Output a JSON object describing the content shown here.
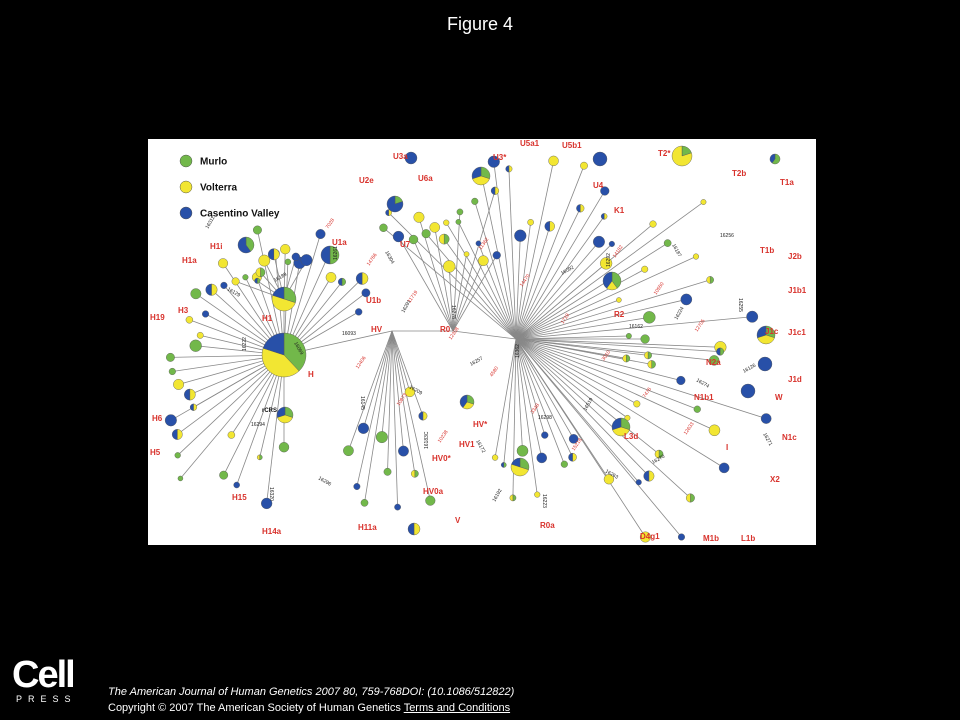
{
  "page": {
    "title": "Figure 4"
  },
  "figure": {
    "colors": {
      "murlo": "#72b84a",
      "volterra": "#f2e632",
      "casentino": "#2850a8",
      "haplogroup_label": "#d8322c",
      "background": "#ffffff"
    },
    "legend": [
      {
        "label": "Murlo",
        "color": "#72b84a"
      },
      {
        "label": "Volterra",
        "color": "#f2e632"
      },
      {
        "label": "Casentino Valley",
        "color": "#2850a8"
      }
    ],
    "root_label": "rCRS",
    "haplogroups": [
      "H1i",
      "H1a",
      "H19",
      "H3",
      "H1",
      "H",
      "H6",
      "H5",
      "H15",
      "H14a",
      "H11a",
      "V",
      "HV0a",
      "HV0*",
      "HV1",
      "HV*",
      "HV",
      "R0",
      "U1a",
      "U1b",
      "U7",
      "U2e",
      "U3a",
      "U6a",
      "U3*",
      "U5a1",
      "U5b1",
      "U4",
      "K1",
      "T2*",
      "T2b",
      "T1a",
      "T1b",
      "J2b",
      "J1b1",
      "J1c1",
      "J1c",
      "J1d",
      "R2",
      "N2a",
      "N1b1",
      "W",
      "N1c",
      "I",
      "X2",
      "L3d",
      "D4g1",
      "M1b",
      "L1b",
      "R0a"
    ],
    "mutation_labels": [
      "16311",
      "16189",
      "16093",
      "16209",
      "16172",
      "16223",
      "16292",
      "16224",
      "16126",
      "16294",
      "16296",
      "16304",
      "16278",
      "16362",
      "16519",
      "16270",
      "16256",
      "16129",
      "16069",
      "16145",
      "16183C",
      "16192",
      "16092",
      "16162",
      "16274",
      "16271",
      "16320",
      "16261",
      "16291",
      "16257",
      "16298",
      "16263",
      "16187",
      "16255",
      "16222"
    ],
    "mutation_labels_red": [
      "7028",
      "14766",
      "11719",
      "12308",
      "4580",
      "3348",
      "15218",
      "14182",
      "10550",
      "12705",
      "12406",
      "10873",
      "10238",
      "11362",
      "14470",
      "1719",
      "3010",
      "7476",
      "12633"
    ]
  },
  "footer": {
    "logo_word": "Cell",
    "logo_sub": "PRESS",
    "citation": "The American Journal of Human Genetics 2007 80, 759-768DOI: (10.1086/512822)",
    "copyright": "Copyright © 2007 The American Society of Human Genetics",
    "terms_link": "Terms and Conditions"
  }
}
